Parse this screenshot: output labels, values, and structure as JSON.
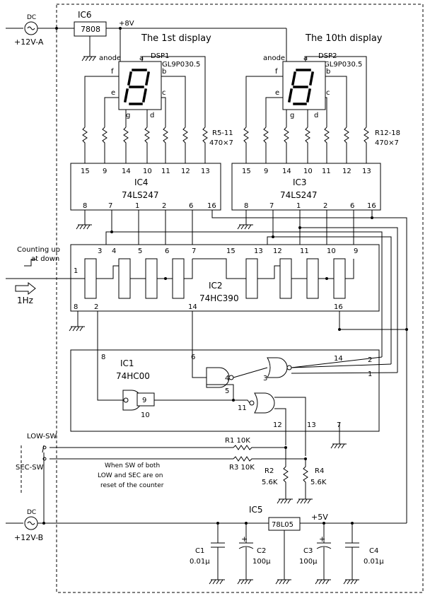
{
  "power": {
    "in_a": "+12V-A",
    "in_b": "+12V-B",
    "dc_mark": "DC",
    "ic6": "IC6",
    "ic6_part": "7808",
    "v8": "+8V",
    "ic5": "IC5",
    "ic5_part": "78L05",
    "v5": "+5V"
  },
  "displays": {
    "first_title": "The 1st display",
    "tenth_title": "The 10th display",
    "dsp1": "DSP1",
    "dsp2": "DSP2",
    "part": "GL9P030.5",
    "anode": "anode",
    "seg_a": "a",
    "seg_b": "b",
    "seg_c": "c",
    "seg_d": "d",
    "seg_e": "e",
    "seg_f": "f",
    "seg_g": "g",
    "r_left_name": "R5-11",
    "r_left_val": "470×7",
    "r_right_name": "R12-18",
    "r_right_val": "470×7"
  },
  "ic4": {
    "name": "IC4",
    "part": "74LS247",
    "top_pins": [
      "15",
      "9",
      "14",
      "10",
      "11",
      "12",
      "13"
    ],
    "bottom_pins": [
      "8",
      "7",
      "1",
      "2",
      "6",
      "16"
    ]
  },
  "ic3": {
    "name": "IC3",
    "part": "74LS247",
    "top_pins": [
      "15",
      "9",
      "14",
      "10",
      "11",
      "12",
      "13"
    ],
    "bottom_pins": [
      "8",
      "7",
      "1",
      "2",
      "6",
      "16"
    ]
  },
  "ic2": {
    "name": "IC2",
    "part": "74HC390",
    "top_pins": [
      "3",
      "4",
      "5",
      "6",
      "7",
      "15",
      "13",
      "12",
      "11",
      "10",
      "9"
    ],
    "pin1": "1",
    "pin8": "8",
    "pin2": "2",
    "pin14": "14",
    "pin16": "16"
  },
  "ic1": {
    "name": "IC1",
    "part": "74HC00",
    "pin8": "8",
    "pin6": "6",
    "pin4": "4",
    "pin5": "5",
    "pin3": "3",
    "pin9": "9",
    "pin10": "10",
    "pin11": "11",
    "pin12": "12",
    "pin13": "13",
    "pin7": "7",
    "pin14": "14",
    "pin2": "2",
    "pin1": "1"
  },
  "input": {
    "counting_line1": "Counting up",
    "counting_line2": "at down",
    "clock": "1Hz"
  },
  "switches": {
    "low": "LOW-SW",
    "sec": "SEC-SW",
    "note_line1": "When SW of both",
    "note_line2": "LOW and SEC are on",
    "note_line3": "reset of the counter"
  },
  "resistors": {
    "r1": "R1 10K",
    "r3": "R3 10K",
    "r2_name": "R2",
    "r2_val": "5.6K",
    "r4_name": "R4",
    "r4_val": "5.6K"
  },
  "capacitors": {
    "c1_name": "C1",
    "c1_val": "0.01μ",
    "c2_name": "C2",
    "c2_val": "100μ",
    "c3_name": "C3",
    "c3_val": "100μ",
    "c4_name": "C4",
    "c4_val": "0.01μ",
    "plus": "+"
  }
}
